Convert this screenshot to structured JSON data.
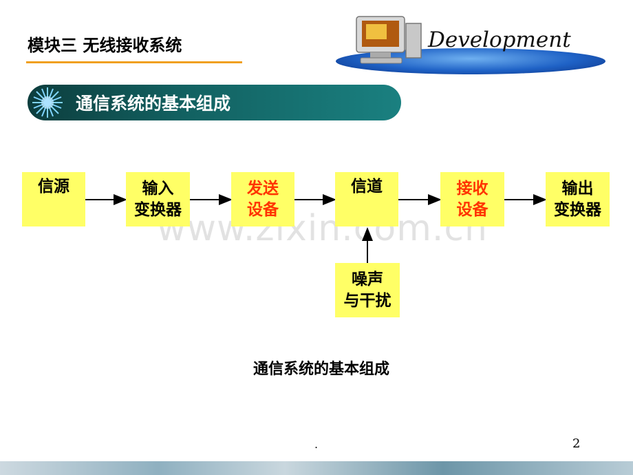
{
  "header": {
    "module_title": "模块三 无线接收系统",
    "logo_text": "Development"
  },
  "section": {
    "title": "通信系统的基本组成"
  },
  "diagram": {
    "boxes": [
      {
        "id": "source",
        "lines": [
          "信源"
        ]
      },
      {
        "id": "input-transducer",
        "lines": [
          "输入",
          "变换器"
        ]
      },
      {
        "id": "transmitter",
        "lines": [
          "发送",
          "设备"
        ]
      },
      {
        "id": "channel",
        "lines": [
          "信道"
        ]
      },
      {
        "id": "receiver",
        "lines": [
          "接收",
          "设备"
        ]
      },
      {
        "id": "output-transducer",
        "lines": [
          "输出",
          "变换器"
        ]
      },
      {
        "id": "noise",
        "lines": [
          "噪声",
          "与干扰"
        ]
      }
    ],
    "caption": "通信系统的基本组成",
    "colors": {
      "box_fill": "#ffff66",
      "highlight_text": "#ff3300",
      "arrow": "#000000"
    }
  },
  "watermark": "www.zixin.com.cn",
  "footer": {
    "dot": ".",
    "page_number": "2"
  }
}
